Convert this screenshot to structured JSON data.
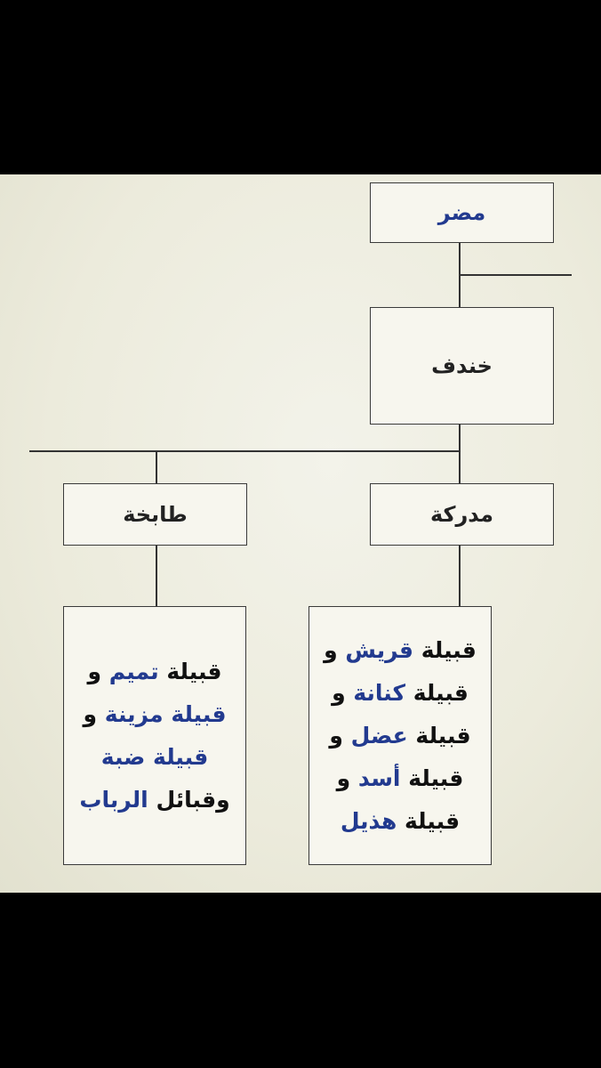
{
  "colors": {
    "background": "#ecebdc",
    "text_dark": "#222222",
    "tribe_name_blue": "#223a8f",
    "line": "#333333"
  },
  "nodes": {
    "mudar": "مضر",
    "khindif": "خندف",
    "mudrika": "مدركة",
    "tabikha": "طابخة"
  },
  "mudrika_tribes": [
    {
      "prefix": "قبيلة",
      "name": "قريش",
      "suffix": "و"
    },
    {
      "prefix": "قبيلة",
      "name": "كنانة",
      "suffix": "و"
    },
    {
      "prefix": "قبيلة",
      "name": "عضل",
      "suffix": "و"
    },
    {
      "prefix": "قبيلة",
      "name": "أسد",
      "suffix": "و"
    },
    {
      "prefix": "قبيلة",
      "name": "هذيل",
      "suffix": ""
    }
  ],
  "tabikha_tribes": [
    {
      "prefix": "قبيلة",
      "name": "تميم",
      "suffix": "و"
    },
    {
      "prefix": "قبيلة",
      "name": "مزينة",
      "suffix": "و"
    },
    {
      "prefix": "قبيلة",
      "name": "ضبة",
      "suffix": ""
    },
    {
      "prefix": "وقبائل",
      "name": "الرباب",
      "suffix": ""
    }
  ]
}
